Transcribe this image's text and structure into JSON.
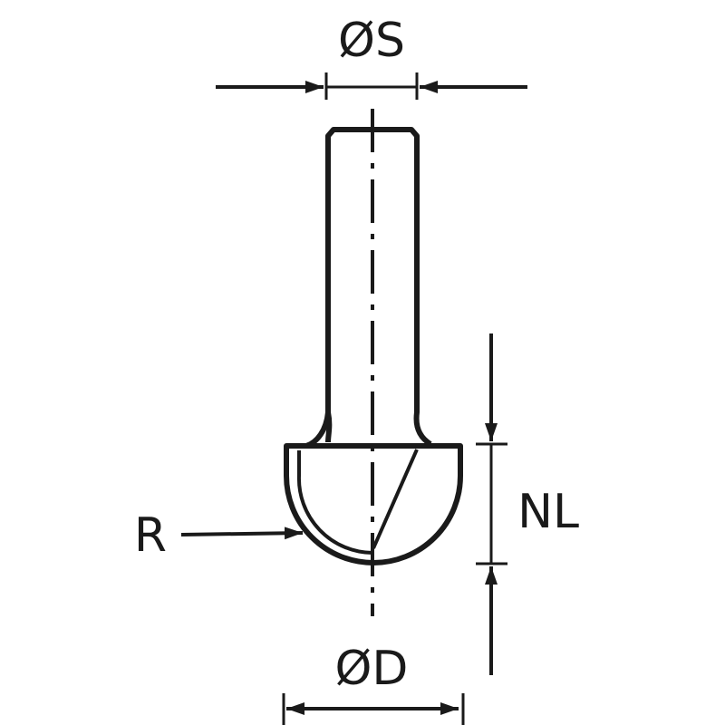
{
  "labels": {
    "shank_diameter": "ØS",
    "cutting_diameter": "ØD",
    "radius": "R",
    "cutting_length": "NL"
  },
  "colors": {
    "line": "#1a1a1a",
    "background": "#ffffff"
  }
}
